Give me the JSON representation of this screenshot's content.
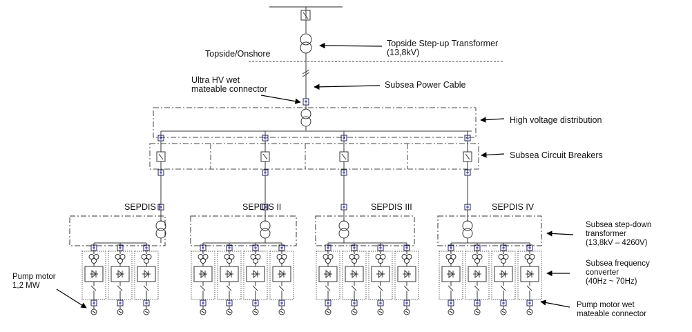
{
  "labels": {
    "topside_transformer": [
      "Topside Step-up Transformer",
      "(13,8kV)"
    ],
    "topside_onshore": "Topside/Onshore",
    "ultra_hv_connector": [
      "Ultra HV wet",
      "mateable connector"
    ],
    "subsea_power_cable": "Subsea Power Cable",
    "high_voltage_distribution": "High voltage distribution",
    "subsea_circuit_breakers": "Subsea Circuit Breakers",
    "stepdown_transformer": [
      "Subsea step-down",
      "transformer",
      "(13,8kV – 4260V)"
    ],
    "frequency_converter": [
      "Subsea frequency",
      "converter",
      "(40Hz ~ 70Hz)"
    ],
    "pump_motor": [
      "Pump motor",
      "1,2 MW"
    ],
    "pump_motor_connector": [
      "Pump motor wet",
      "mateable connector"
    ]
  },
  "sepdis": [
    {
      "name": "SEPDIS I",
      "motors": 3
    },
    {
      "name": "SEPDIS II",
      "motors": 4
    },
    {
      "name": "SEPDIS III",
      "motors": 4
    },
    {
      "name": "SEPDIS IV",
      "motors": 4
    }
  ]
}
